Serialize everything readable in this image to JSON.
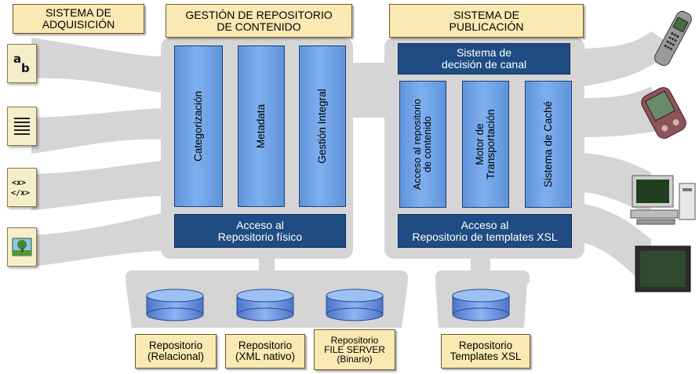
{
  "diagram": {
    "acquisition": {
      "title": "SISTEMA DE\nADQUISICIÓN"
    },
    "content_repo_mgmt": {
      "title": "GESTIÓN DE REPOSITORIO\nDE CONTENIDO",
      "modules": [
        "Categorización",
        "Metadata",
        "Gestión Integral"
      ],
      "physical_access": "Acceso al\nRepositorio físico"
    },
    "publication": {
      "title": "SISTEMA DE\nPUBLICACIÓN",
      "channel_decision": "Sistema de\ndecisión de canal",
      "modules": [
        "Acceso al repositorio\nde contenido",
        "Motor de\nTransportación",
        "Sistema de Caché"
      ],
      "template_access": "Acceso al\nRepositorio de templates XSL"
    },
    "repositories": [
      "Repositorio\n(Relacional)",
      "Repositorio\n(XML nativo)",
      "Repositorio\nFILE SERVER\n(Binario)",
      "Repositorio\nTemplates XSL"
    ],
    "input_icons": [
      "text-document-icon",
      "lined-document-icon",
      "xml-document-icon",
      "image-document-icon"
    ],
    "output_devices": [
      "mobile-phone-icon",
      "pda-icon",
      "desktop-computer-icon",
      "tablet-screen-icon"
    ],
    "colors": {
      "label_fill": "#fbe9b4",
      "module_blue": "#6ea3e8",
      "access_dark_blue": "#1f4c82",
      "flow_gray": "#d6d6d6"
    }
  }
}
